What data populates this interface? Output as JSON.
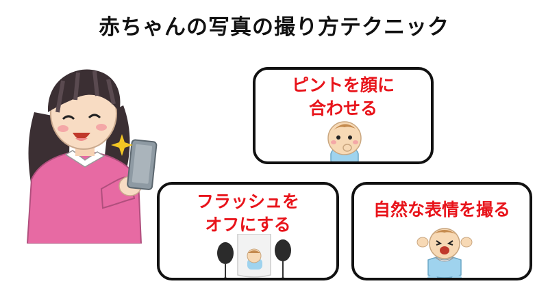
{
  "title": "赤ちゃんの写真の撮り方テクニック",
  "tips": [
    {
      "line1": "ピントを顔に",
      "line2": "合わせる"
    },
    {
      "line1": "フラッシュを",
      "line2": "オフにする"
    },
    {
      "line1": "自然な表情を撮る",
      "line2": ""
    }
  ],
  "colors": {
    "title": "#111111",
    "tip_text": "#e8141b",
    "card_border": "#111111",
    "sweater": "#e76aa3",
    "hair": "#3b2f33",
    "phone": "#8e9aa3",
    "sparkle": "#f3c623",
    "baby_skin": "#f7d9b5",
    "baby_clothes": "#9fd3ee"
  },
  "icons": {
    "woman": "woman-taking-photo-illustration",
    "sparkle": "sparkle-icon",
    "baby1": "baby-thumb-in-mouth-illustration",
    "baby2": "baby-in-photo-studio-illustration",
    "baby3": "crying-baby-illustration"
  }
}
